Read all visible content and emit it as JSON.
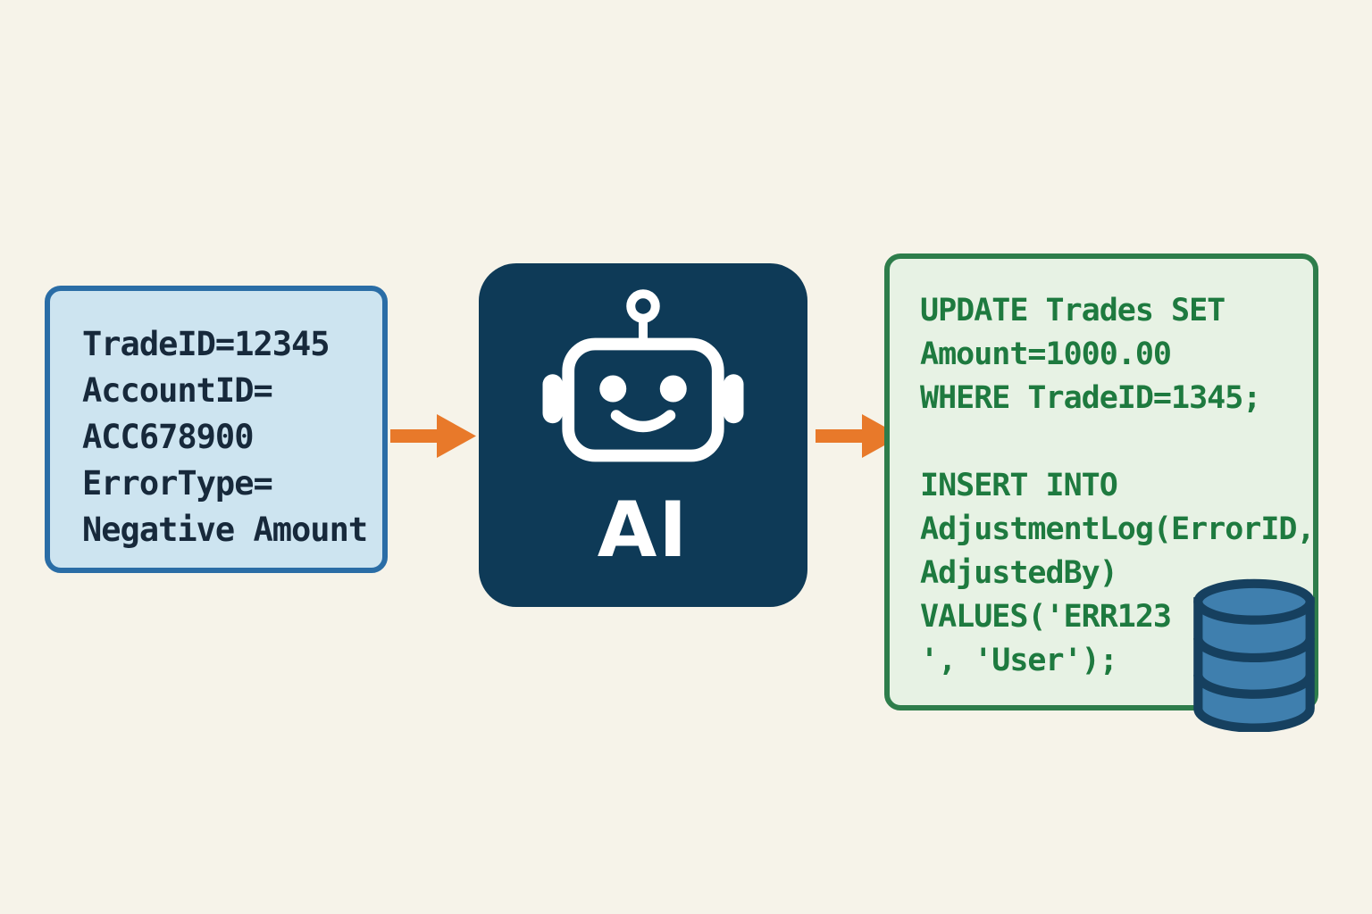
{
  "diagram_title": "ai-trade-error-adjustment-flow",
  "colors": {
    "background": "#f6f3e9",
    "input_card_fill": "#cde4f0",
    "input_card_border": "#2a6da6",
    "input_text": "#17293b",
    "ai_node_fill": "#0e3a57",
    "ai_icon": "#ffffff",
    "arrow": "#e8792a",
    "output_card_fill": "#e7f2e4",
    "output_card_border": "#2e7d4b",
    "sql_text": "#1e7a3f",
    "database_fill": "#3f7fae",
    "database_stroke": "#16405f"
  },
  "input_card": {
    "lines": [
      "TradeID=12345",
      "AccountID=",
      "ACC678900",
      "ErrorType=",
      "Negative Amount"
    ]
  },
  "ai_node": {
    "label": "AI",
    "icon": "robot-icon"
  },
  "arrows": {
    "left_icon": "arrow-right-icon",
    "right_icon": "arrow-right-icon"
  },
  "output_card": {
    "lines": [
      "UPDATE Trades SET",
      "Amount=1000.00",
      "WHERE TradeID=1345;",
      "",
      "INSERT INTO",
      "AdjustmentLog(ErrorID,",
      "AdjustedBy)",
      "VALUES('ERR123",
      "', 'User');"
    ]
  },
  "database_icon": {
    "name": "database-icon"
  }
}
